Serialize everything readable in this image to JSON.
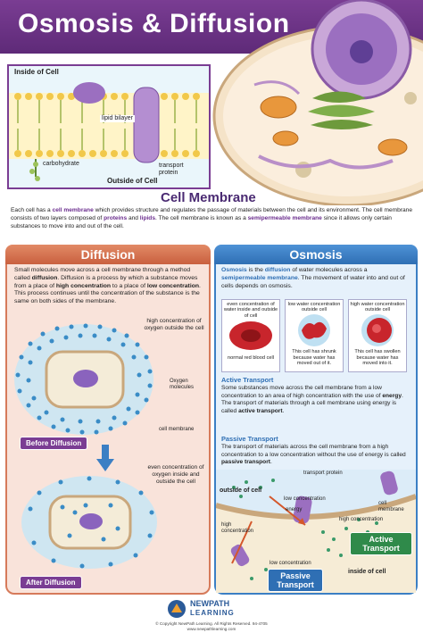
{
  "title": "Osmosis & Diffusion",
  "inset_labels": {
    "inside": "Inside of Cell",
    "lipid": "lipid bilayer",
    "carb": "carbohydrate",
    "transport": "transport protein",
    "outside": "Outside of Cell"
  },
  "cell_membrane": {
    "title": "Cell Membrane",
    "p1": "Each cell has a ",
    "k1": "cell membrane",
    "p2": " which provides structure and regulates the passage of materials between the cell and its environment. The cell membrane consists of two layers composed of ",
    "k2": "proteins",
    "p3": " and ",
    "k3": "lipids",
    "p4": ". The cell membrane is known as a ",
    "k4": "semipermeable membrane",
    "p5": " since it allows only certain substances to move into and out of the cell."
  },
  "diffusion": {
    "title": "Diffusion",
    "t1": "Small molecules move across a cell membrane through a method called ",
    "k1": "diffusion",
    "t2": ". Diffusion is a process by which a substance moves from a place of ",
    "k2": "high concentration",
    "t3": " to a place of ",
    "k3": "low concentration",
    "t4": ". This process continues until the concentration of the substance is the same on both sides of the membrane.",
    "high_label": "high concentration of oxygen outside the cell",
    "oxygen_label": "Oxygen molecules",
    "membrane_label": "cell membrane",
    "before": "Before Diffusion",
    "even_label": "even concentration of oxygen inside and outside the cell",
    "after": "After Diffusion"
  },
  "osmosis": {
    "title": "Osmosis",
    "k1": "Osmosis",
    "t1": " is the ",
    "k2": "diffusion",
    "t2": " of water molecules across a ",
    "k3": "semipermeable membrane",
    "t3": ". The movement of water into and out of cells depends on osmosis.",
    "box1_head": "even concentration of water inside and outside of cell",
    "box1_foot": "normal red blood cell",
    "box2_head": "low water concentration outside cell",
    "box2_foot": "This cell has shrunk because water has moved out of it.",
    "box3_head": "high water concentration outside cell",
    "box3_foot": "This cell has swollen because water has moved into it.",
    "active_head": "Active Transport",
    "a1": "Some substances move across the cell membrane from a low concentration to an area of high concentration with the use of ",
    "ak1": "energy",
    "a2": ". The transport of materials through a cell membrane using energy is called ",
    "ak2": "active transport",
    "a3": ".",
    "passive_head": "Passive Transport",
    "p1": "The transport of materials across the cell membrane from a high concentration to a low concentration without the use of energy is called ",
    "pk1": "passive transport",
    "p2": ".",
    "outside": "outside of cell",
    "transport_protein": "transport protein",
    "energy": "energy",
    "high_conc_left": "high concentration",
    "low_conc": "low concentration",
    "high_conc_right": "high concentration",
    "low_conc_bottom": "low concentration",
    "cell_membrane": "cell membrane",
    "active_tag": "Active Transport",
    "passive_tag": "Passive Transport",
    "inside": "inside of cell"
  },
  "footer": {
    "logo_top": "NEWPATH",
    "logo_bottom": "LEARNING",
    "copyright": "© Copyright NewPath Learning. All Rights Reserved. 94-4705",
    "web": "www.newpathlearning.com"
  },
  "colors": {
    "purple": "#6b2e8e",
    "diffusion": "#d67a5a",
    "osmosis": "#3b7fc4"
  }
}
